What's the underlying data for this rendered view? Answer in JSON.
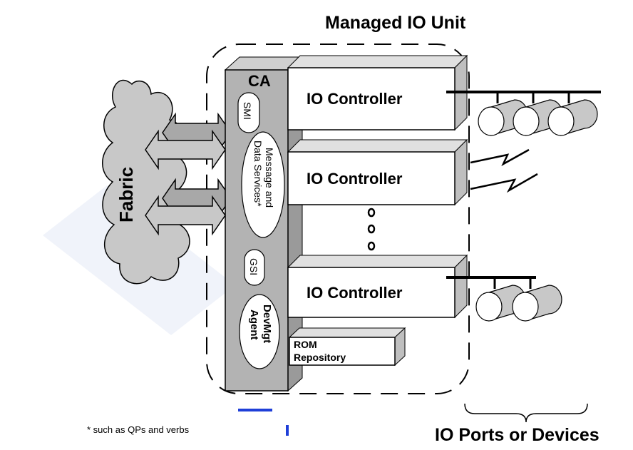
{
  "title": "Managed IO Unit",
  "ca_label": "CA",
  "fabric_label": "Fabric",
  "ca_components": {
    "smi": "SMI",
    "message_line1": "Message and",
    "message_line2": "Data Services*",
    "gsi": "GSI",
    "devmgt_line1": "DevMgt",
    "devmgt_line2": "Agent"
  },
  "controllers": [
    "IO Controller",
    "IO Controller",
    "IO Controller"
  ],
  "rom": {
    "line1": "ROM",
    "line2": "Repository"
  },
  "footnote": "* such as QPs and verbs",
  "ports_label": "IO Ports or Devices",
  "colors": {
    "ca_fill": "#b3b3b3",
    "box_face": "#ffffff",
    "box_side": "#bfbfbf",
    "cloud": "#c8c8c8",
    "watermark": "#e6ebf5",
    "accent_blue": "#1f3fd8"
  }
}
